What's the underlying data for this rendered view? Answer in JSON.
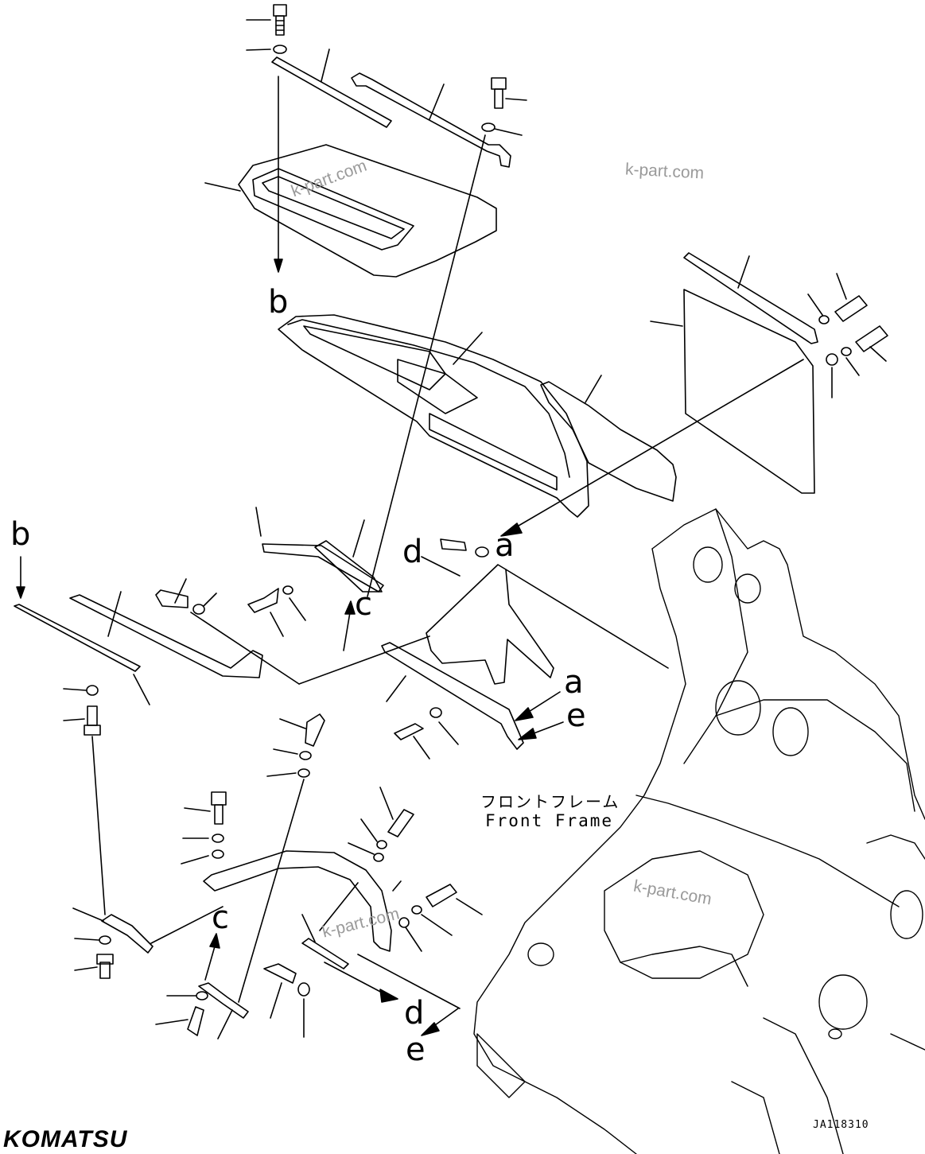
{
  "callouts": {
    "b_top": "b",
    "b_left": "b",
    "a_upper": "a",
    "a_lower": "a",
    "c_mid": "c",
    "c_low": "c",
    "d_upper": "d",
    "d_lower": "d",
    "e_upper": "e",
    "e_lower": "e"
  },
  "frame_label": {
    "japanese": "フロントフレーム",
    "english": "Front Frame"
  },
  "watermarks": [
    "k-part.com",
    "k-part.com",
    "k-part.com",
    "k-part.com"
  ],
  "drawing_code": "JA118310",
  "brand": "KOMATSU"
}
